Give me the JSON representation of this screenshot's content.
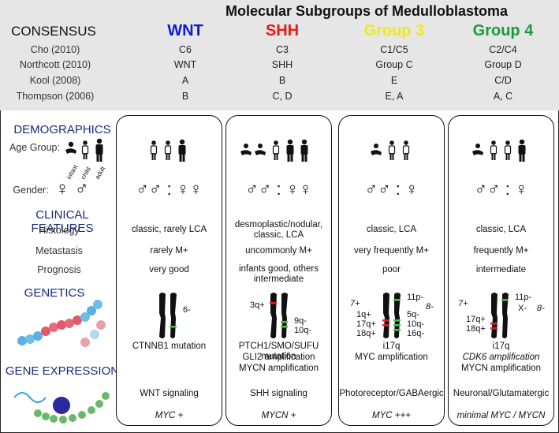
{
  "title": "Molecular Subgroups of Medulloblastoma",
  "consensus_label": "CONSENSUS",
  "groups": [
    {
      "name": "WNT",
      "color": "#0a1ad6"
    },
    {
      "name": "SHH",
      "color": "#e61a1a"
    },
    {
      "name": "Group 3",
      "color": "#f0e81a"
    },
    {
      "name": "Group 4",
      "color": "#1a9a3a"
    }
  ],
  "studies": [
    {
      "label": "Cho (2010)",
      "values": [
        "C6",
        "C3",
        "C1/C5",
        "C2/C4"
      ]
    },
    {
      "label": "Northcott (2010)",
      "values": [
        "WNT",
        "SHH",
        "Group C",
        "Group D"
      ]
    },
    {
      "label": "Kool (2008)",
      "values": [
        "A",
        "B",
        "E",
        "C/D"
      ]
    },
    {
      "label": "Thompson (2006)",
      "values": [
        "B",
        "C, D",
        "E, A",
        "A, C"
      ]
    }
  ],
  "sections": {
    "demographics": "DEMOGRAPHICS",
    "age_group": "Age Group:",
    "age_labels": [
      "infant",
      "child",
      "adult"
    ],
    "gender": "Gender:",
    "clinical": "CLINICAL FEATURES",
    "histology": "Histology",
    "metastasis": "Metastasis",
    "prognosis": "Prognosis",
    "genetics": "GENETICS",
    "expression": "GENE EXPRESSION"
  },
  "gender_symbols": {
    "male": "♂",
    "female": "♀",
    "sep": ":"
  },
  "columns": [
    {
      "histology": "classic, rarely LCA",
      "metastasis": "rarely M+",
      "prognosis": "very good",
      "chrom_labels": [
        "6-"
      ],
      "mut1": "CTNNB1 mutation",
      "mut2": "",
      "mut3": "",
      "signaling": "WNT signaling",
      "myc": "MYC +"
    },
    {
      "histology": "desmoplastic/nodular, classic, LCA",
      "metastasis": "uncommonly M+",
      "prognosis": "infants good, others intermediate",
      "chrom_labels": [
        "3q+",
        "9q-",
        "10q-"
      ],
      "mut1": "PTCH1/SMO/SUFU mutation",
      "mut2": "GLI2 amplification",
      "mut3": "MYCN amplification",
      "signaling": "SHH signaling",
      "myc": "MYCN +"
    },
    {
      "histology": "classic, LCA",
      "metastasis": "very frequently M+",
      "prognosis": "poor",
      "chrom_labels": [
        "7+",
        "1q+",
        "17q+",
        "18q+",
        "11p-",
        "8-",
        "5q-",
        "10q-",
        "16q-"
      ],
      "mut1": "i17q",
      "mut2": "MYC amplification",
      "mut3": "",
      "signaling": "Photoreceptor/GABAergic",
      "myc": "MYC +++"
    },
    {
      "histology": "classic, LCA",
      "metastasis": "frequently M+",
      "prognosis": "intermediate",
      "chrom_labels": [
        "7+",
        "17q+",
        "18q+",
        "11p-",
        "X-",
        "8-"
      ],
      "mut1": "i17q",
      "mut2": "CDK6 amplification",
      "mut3": "MYCN amplification",
      "signaling": "Neuronal/Glutamatergic",
      "myc": "minimal MYC / MYCN"
    }
  ]
}
